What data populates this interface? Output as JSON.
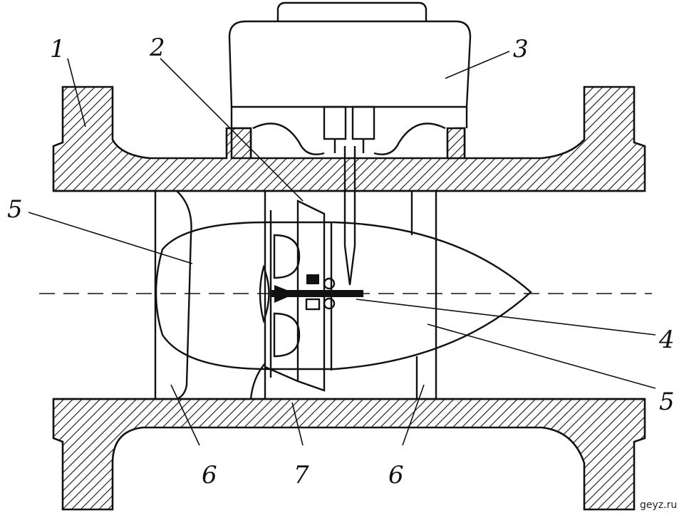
{
  "diagram": {
    "labels": {
      "body": "1",
      "impeller": "2",
      "counter": "3",
      "transmission": "4",
      "fairing_left": "5",
      "fairing_right": "5",
      "straightener_left": "6",
      "straightener_right": "6",
      "regulator": "7"
    },
    "watermark": "geyz.ru"
  }
}
